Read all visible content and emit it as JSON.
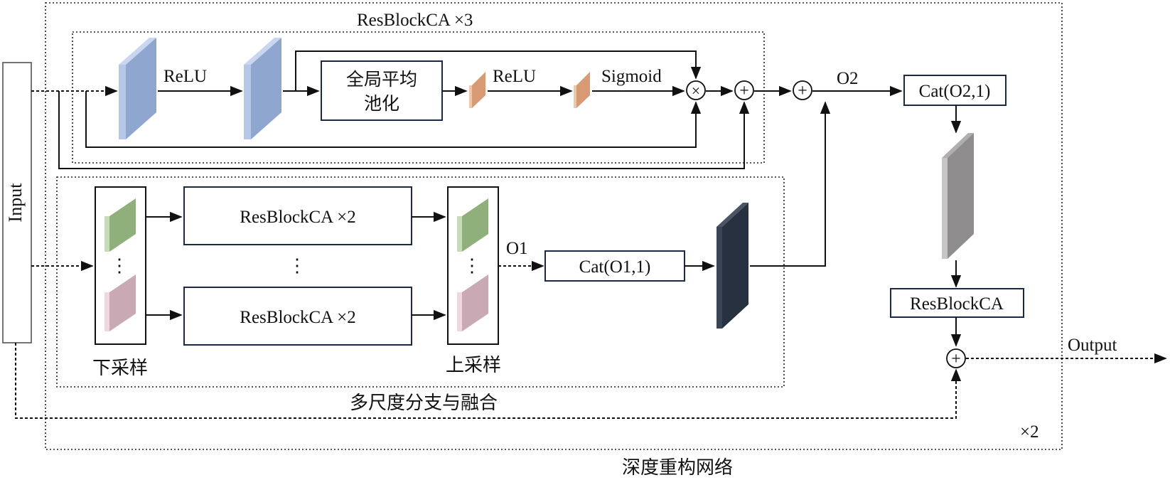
{
  "labels": {
    "resblock_ca_x3": "ResBlockCA ×3",
    "relu_1": "ReLU",
    "relu_2": "ReLU",
    "gap_line1": "全局平均",
    "gap_line2": "池化",
    "sigmoid": "Sigmoid",
    "input": "Input",
    "o2": "O2",
    "cat_o2": "Cat(O2,1)",
    "resblock_ca_x2_top": "ResBlockCA ×2",
    "resblock_ca_x2_bottom": "ResBlockCA ×2",
    "v_ellipsis": "⋮",
    "o1": "O1",
    "cat_o1": "Cat(O1,1)",
    "resblock_ca": "ResBlockCA",
    "output": "Output",
    "downsample": "下采样",
    "upsample": "上采样",
    "multiscale": "多尺度分支与融合",
    "x2": "×2",
    "deep_recon": "深度重构网络"
  },
  "symbols": {
    "multiply": "×",
    "plus": "+"
  },
  "colors": {
    "blue_block": "#8fa6cf",
    "orange_block": "#d89a72",
    "green_block": "#8fb07a",
    "pink_block": "#c9a9b3",
    "dark_block": "#27313f",
    "gray_block": "#8f8c8e",
    "box_border": "#1b2a44"
  }
}
